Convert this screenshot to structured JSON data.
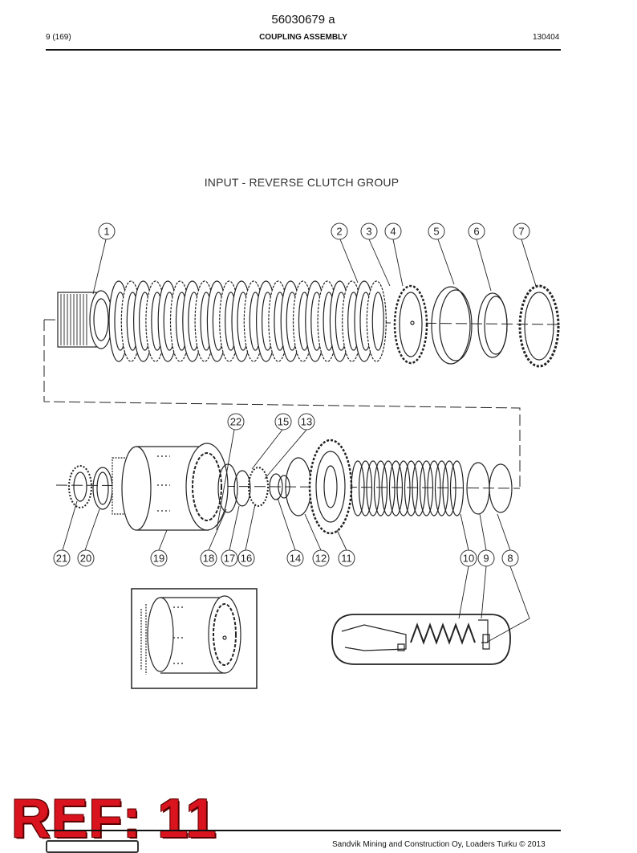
{
  "header": {
    "doc_number": "56030679 a",
    "page": "9 (169)",
    "title": "COUPLING ASSEMBLY",
    "code": "130404"
  },
  "figure": {
    "title": "INPUT - REVERSE CLUTCH GROUP",
    "callouts": [
      "1",
      "2",
      "3",
      "4",
      "5",
      "6",
      "7",
      "22",
      "15",
      "13",
      "21",
      "20",
      "19",
      "18",
      "17",
      "16",
      "14",
      "12",
      "11",
      "10",
      "9",
      "8"
    ]
  },
  "ref_badge": "REF: 11",
  "footer": {
    "copyright": "Sandvik Mining and Construction Oy, Loaders Turku © 2013"
  }
}
